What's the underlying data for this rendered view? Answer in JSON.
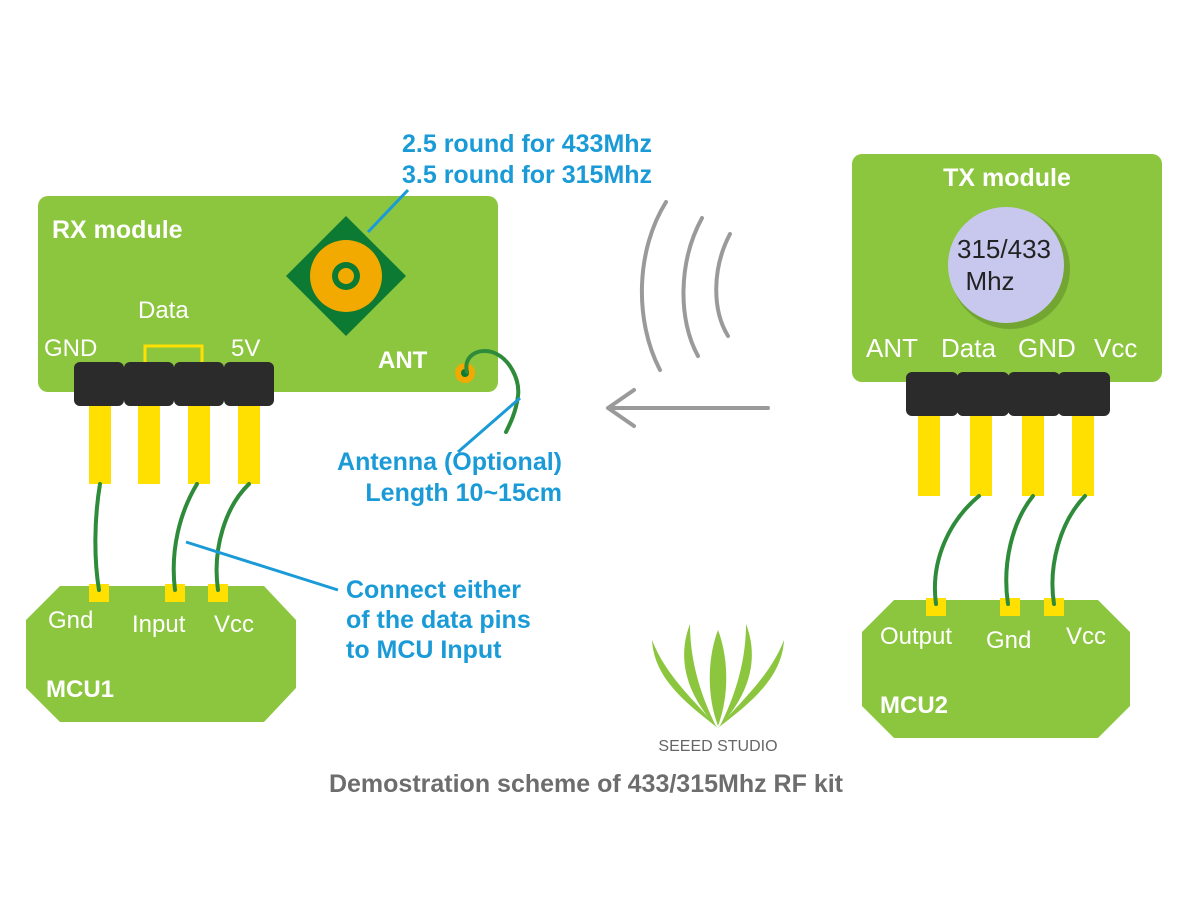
{
  "colors": {
    "board_green": "#8cc63f",
    "header_black": "#2b2b2b",
    "pin_yellow": "#ffe000",
    "wire_green": "#2e8b3a",
    "annotation_blue": "#1a9bd7",
    "pad_orange": "#f2a900",
    "crystal_lilac": "#c8c8ee",
    "signal_gray": "#9a9a9a",
    "caption_gray": "#6d6d6d",
    "antenna_pad": "#0d7a33"
  },
  "rx_module": {
    "title": "RX module",
    "label_gnd": "GND",
    "label_data": "Data",
    "label_5v": "5V",
    "label_ant": "ANT"
  },
  "tx_module": {
    "title": "TX module",
    "crystal_line1": "315/433",
    "crystal_line2": "Mhz",
    "label_ant": "ANT",
    "label_data": "Data",
    "label_gnd": "GND",
    "label_vcc": "Vcc"
  },
  "mcu1": {
    "title": "MCU1",
    "label_gnd": "Gnd",
    "label_input": "Input",
    "label_vcc": "Vcc"
  },
  "mcu2": {
    "title": "MCU2",
    "label_output": "Output",
    "label_gnd": "Gnd",
    "label_vcc": "Vcc"
  },
  "annotations": {
    "round_line1": "2.5 round for 433Mhz",
    "round_line2": "3.5 round for 315Mhz",
    "antenna_line1": "Antenna (Optional)",
    "antenna_line2": "Length 10~15cm",
    "connect_line1": "Connect either",
    "connect_line2": "of the data pins",
    "connect_line3": "to MCU Input"
  },
  "logo": {
    "text": "SEEED STUDIO"
  },
  "caption": "Demostration scheme of 433/315Mhz RF kit"
}
